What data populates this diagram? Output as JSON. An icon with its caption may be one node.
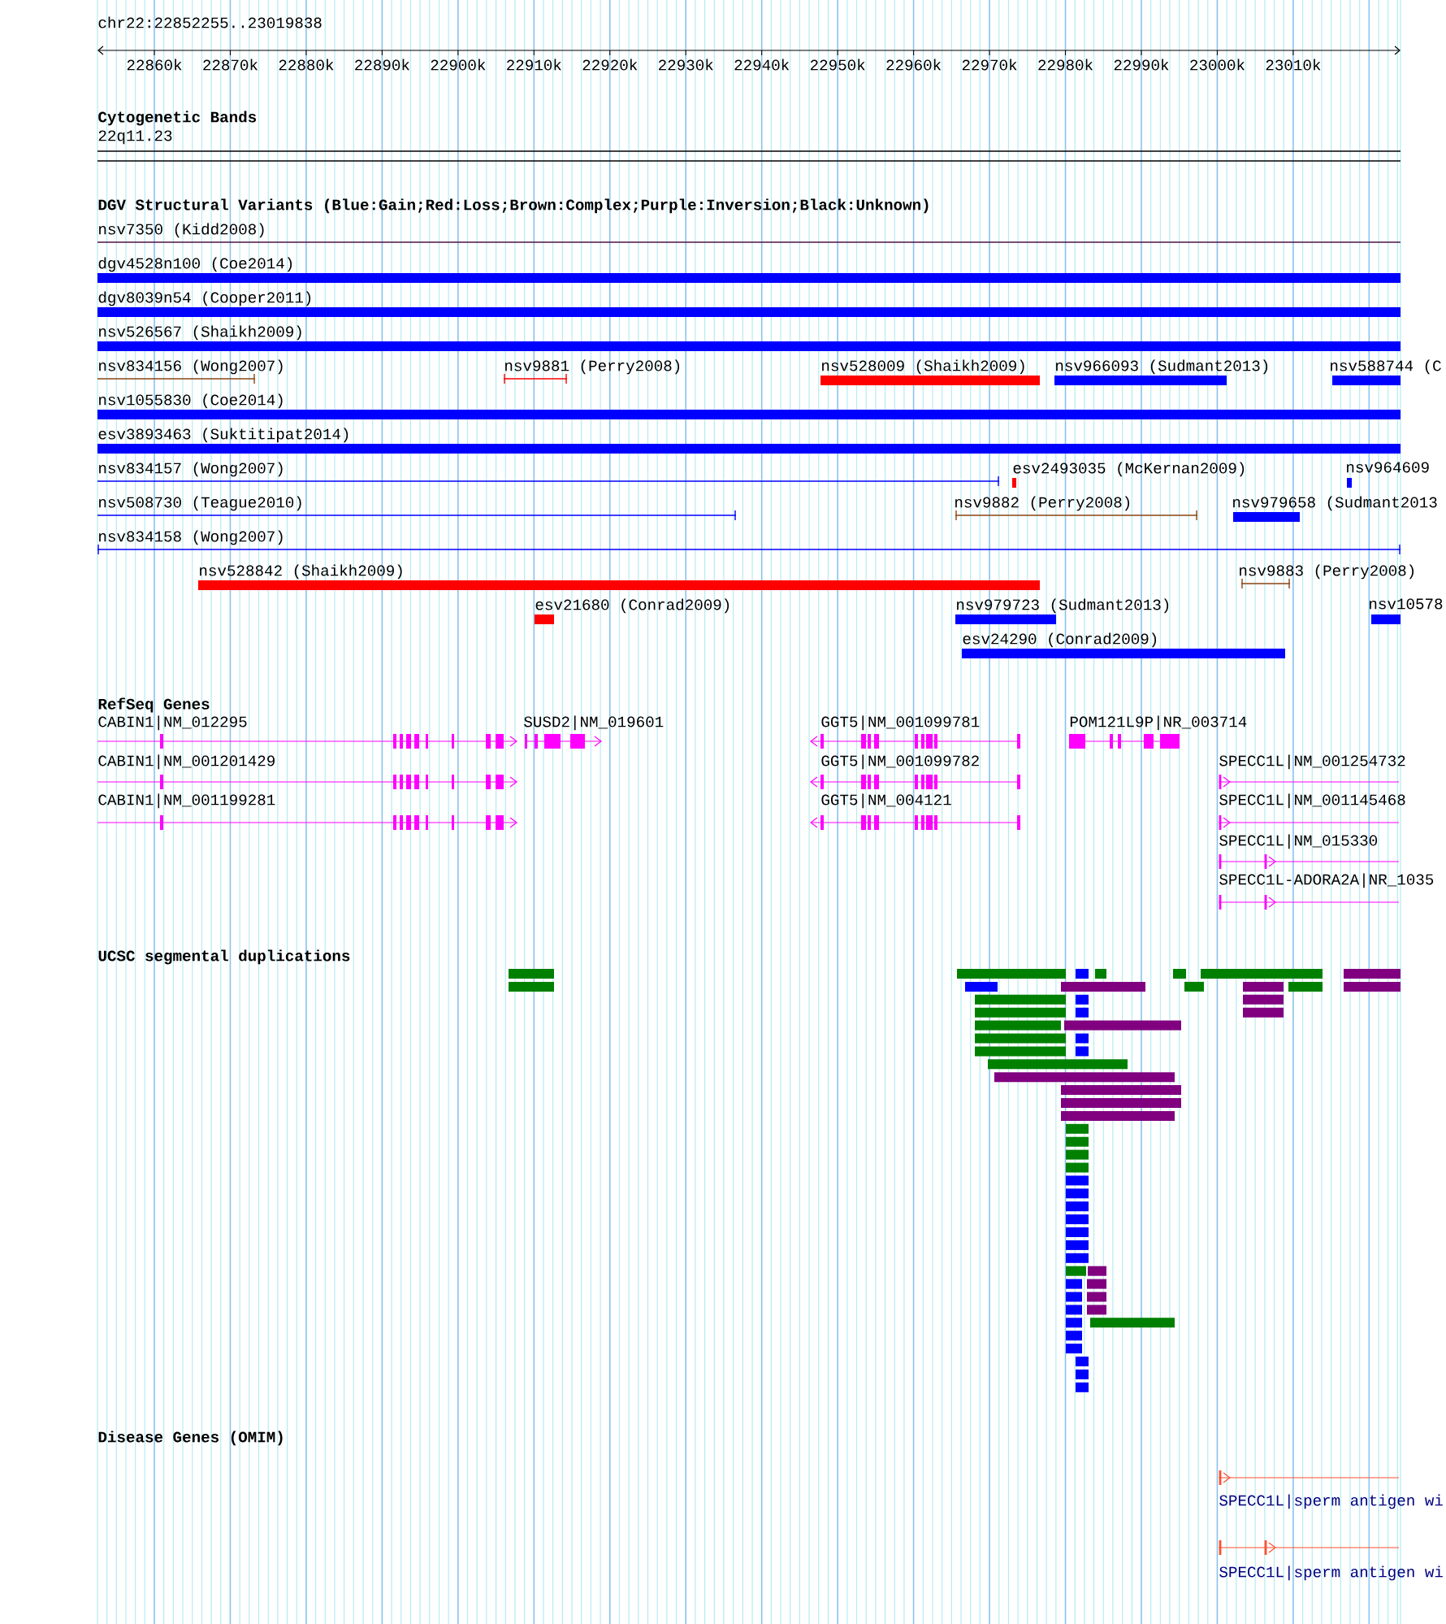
{
  "diagram": {
    "labels": [
      "chr22:22852255..23019838",
      "22860k",
      "22870k",
      "22880k",
      "22890k",
      "22900k",
      "22910k",
      "22920k",
      "22930k",
      "22940k",
      "22950k",
      "22960k",
      "22970k",
      "22980k",
      "22990k",
      "23000k",
      "23010k",
      "Cytogenetic Bands",
      "22q11.23",
      "DGV Structural Variants (Blue:Gain;Red:Loss;Brown:Complex;Purple:Inversion;Black:Unknown)",
      "nsv7350 (Kidd2008)",
      "dgv4528n100 (Coe2014)",
      "dgv8039n54 (Cooper2011)",
      "nsv526567 (Shaikh2009)",
      "nsv834156 (Wong2007)",
      "nsv9881 (Perry2008)",
      "nsv528009 (Shaikh2009)",
      "nsv966093 (Sudmant2013)",
      "nsv588744 (C",
      "nsv1055830 (Coe2014)",
      "esv3893463 (Suktitipat2014)",
      "nsv834157 (Wong2007)",
      "esv2493035 (McKernan2009)",
      "nsv964609",
      "nsv508730 (Teague2010)",
      "nsv9882 (Perry2008)",
      "nsv979658 (Sudmant2013",
      "nsv834158 (Wong2007)",
      "nsv528842 (Shaikh2009)",
      "nsv9883 (Perry2008)",
      "esv21680 (Conrad2009)",
      "nsv979723 (Sudmant2013)",
      "nsv10578",
      "esv24290 (Conrad2009)",
      "RefSeq Genes",
      "CABIN1|NM_012295",
      "SUSD2|NM_019601",
      "GGT5|NM_001099781",
      "POM121L9P|NR_003714",
      "CABIN1|NM_001201429",
      "GGT5|NM_001099782",
      "SPECC1L|NM_001254732",
      "CABIN1|NM_001199281",
      "GGT5|NM_004121",
      "SPECC1L|NM_001145468",
      "SPECC1L|NM_015330",
      "SPECC1L-ADORA2A|NR_1035",
      "UCSC segmental duplications",
      "Disease Genes (OMIM)",
      "SPECC1L|sperm antigen wi",
      "SPECC1L|sperm antigen wi"
    ]
  }
}
